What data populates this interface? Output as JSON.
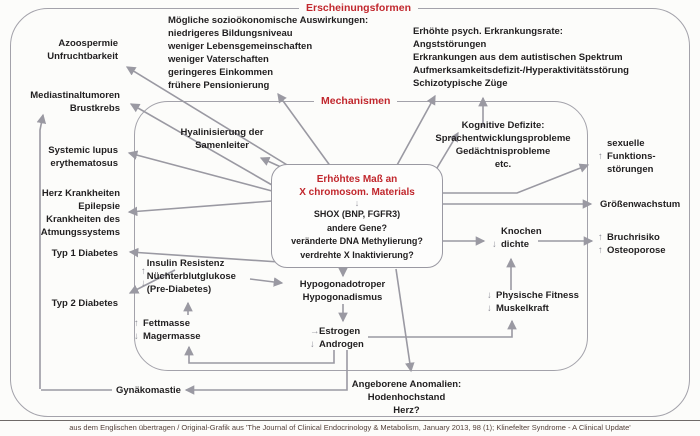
{
  "sections": {
    "manifestations_label": "Erscheinungsformen",
    "mechanisms_label": "Mechanismen"
  },
  "colors": {
    "accent_red": "#c1272d",
    "line_gray": "#9a99a2",
    "text_black": "#211f20",
    "caption_brown": "#54413a"
  },
  "central": {
    "title1": "Erhöhtes Maß an",
    "title2": "X chromosom. Materials",
    "down_arrow": "↓",
    "lines": [
      "SHOX (BNP, FGFR3)",
      "andere Gene?",
      "veränderte DNA Methylierung?",
      "verdrehte X Inaktivierung?"
    ]
  },
  "blocks": {
    "azoospermie": {
      "lines": [
        "Azoospermie",
        "Unfruchtbarkeit"
      ]
    },
    "mediastinal": {
      "lines": [
        "Mediastinaltumoren",
        "Brustkrebs"
      ]
    },
    "socio": {
      "lines": [
        "Mögliche sozioökonomische Auswirkungen:",
        "niedrigeres Bildungsniveau",
        "weniger Lebensgemeinschaften",
        "weniger Vaterschaften",
        "geringeres Einkommen",
        "frühere Pensionierung"
      ]
    },
    "psych": {
      "lines": [
        "Erhöhte psych. Erkrankungsrate:",
        "Angststörungen",
        "Erkrankungen aus dem autistischen Spektrum",
        "Aufmerksamkeitsdefizit-/Hyperaktivitätsstörung",
        "Schizotypische Züge"
      ]
    },
    "lupus": {
      "lines": [
        "Systemic lupus",
        "erythematosus"
      ]
    },
    "herz": {
      "lines": [
        "Herz Krankheiten",
        "Epilepsie",
        "Krankheiten des",
        "Atmungssystems"
      ]
    },
    "typ1": {
      "lines": [
        "Typ 1 Diabetes"
      ]
    },
    "typ2": {
      "lines": [
        "Typ 2 Diabetes"
      ]
    },
    "gynaekomastie": {
      "lines": [
        "Gynäkomastie"
      ]
    },
    "hyalinisierung": {
      "lines": [
        "Hyalinisierung der",
        "Samenleiter"
      ]
    },
    "kognitiv": {
      "lines": [
        "Kognitive Defizite:",
        "Sprachentwicklungsprobleme",
        "Gedächtnisprobleme",
        "etc."
      ]
    },
    "insulin": {
      "arrows": [
        "↑",
        "↓"
      ],
      "lines": [
        "Insulin Resistenz",
        "Nüchterblutglukose",
        "(Pre-Diabetes)"
      ]
    },
    "fettmasse": {
      "lines": [
        {
          "a": "↑",
          "t": "Fettmasse"
        },
        {
          "a": "↓",
          "t": "Magermasse"
        }
      ]
    },
    "hypogonad": {
      "lines": [
        "Hypogonadotroper",
        "Hypogonadismus"
      ]
    },
    "estrogen": {
      "lines": [
        {
          "a": "→",
          "t": "Estrogen"
        },
        {
          "a": "↓",
          "t": "Androgen"
        }
      ]
    },
    "knochen": {
      "lines": [
        {
          "a": "",
          "t": "Knochen"
        },
        {
          "a": "↓",
          "t": "dichte"
        }
      ]
    },
    "fitness": {
      "lines": [
        {
          "a": "↓",
          "t": "Physische Fitness"
        },
        {
          "a": "↓",
          "t": "Muskelkraft"
        }
      ]
    },
    "sexuelle": {
      "lines": [
        {
          "a": "",
          "t": "sexuelle"
        },
        {
          "a": "↑",
          "t": "Funktions-"
        },
        {
          "a": "",
          "t": "störungen"
        }
      ]
    },
    "groessenwachstum": {
      "lines": [
        "Größenwachstum"
      ]
    },
    "bruchrisiko": {
      "lines": [
        {
          "a": "↑",
          "t": "Bruchrisiko"
        },
        {
          "a": "↑",
          "t": "Osteoporose"
        }
      ]
    },
    "anomalien": {
      "lines": [
        "Angeborene Anomalien:",
        "Hodenhochstand",
        "Herz?"
      ]
    }
  },
  "caption": "aus dem Englischen übertragen / Original-Grafik aus 'The Journal of Clinical Endocrinology & Metabolism, January 2013, 98 (1); Klinefelter Syndrome - A Clinical Update'"
}
